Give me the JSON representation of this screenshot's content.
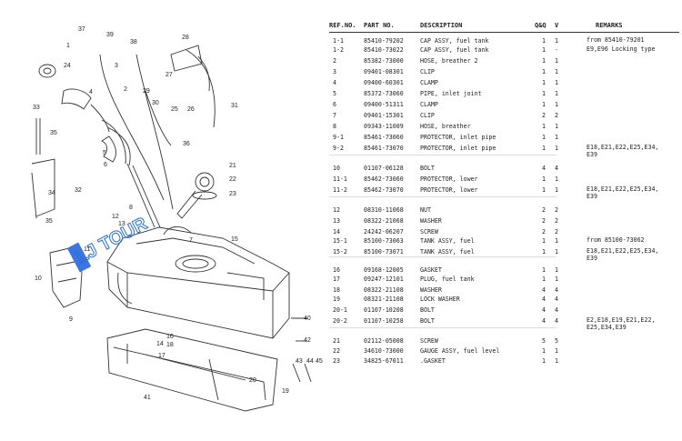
{
  "table": {
    "headers": {
      "ref": "REF.NO.",
      "part": "PART NO.",
      "desc": "DESCRIPTION",
      "qty": "Q&Q",
      "v": "V",
      "remarks": "REMARKS"
    },
    "rows": [
      {
        "ref": "1-1",
        "part": "85410-79202",
        "desc": "CAP ASSY, fuel tank",
        "qty": "1",
        "v": "1",
        "remarks": "from 85410-79201"
      },
      {
        "ref": "1-2",
        "part": "85410-73022",
        "desc": "CAP ASSY, fuel tank",
        "qty": "1",
        "v": "-",
        "remarks": "E9,E96 Locking type"
      },
      {
        "ref": "2",
        "part": "85382-73000",
        "desc": "HOSE, breather 2",
        "qty": "1",
        "v": "1",
        "remarks": ""
      },
      {
        "ref": "3",
        "part": "09401-08301",
        "desc": "CLIP",
        "qty": "1",
        "v": "1",
        "remarks": ""
      },
      {
        "ref": "4",
        "part": "09400-60301",
        "desc": "CLAMP",
        "qty": "1",
        "v": "1",
        "remarks": ""
      },
      {
        "ref": "5",
        "part": "85372-73060",
        "desc": "PIPE, inlet joint",
        "qty": "1",
        "v": "1",
        "remarks": ""
      },
      {
        "ref": "6",
        "part": "09400-51311",
        "desc": "CLAMP",
        "qty": "1",
        "v": "1",
        "remarks": ""
      },
      {
        "ref": "7",
        "part": "09401-15301",
        "desc": "CLIP",
        "qty": "2",
        "v": "2",
        "remarks": ""
      },
      {
        "ref": "8",
        "part": "09343-11009",
        "desc": "HOSE, breather",
        "qty": "1",
        "v": "1",
        "remarks": ""
      },
      {
        "ref": "9-1",
        "part": "85461-73060",
        "desc": "PROTECTOR, inlet pipe",
        "qty": "1",
        "v": "1",
        "remarks": ""
      },
      {
        "ref": "9-2",
        "part": "85461-73070",
        "desc": "PROTECTOR, inlet pipe",
        "qty": "1",
        "v": "1",
        "remarks": "E18,E21,E22,E25,E34,\nE39"
      },
      {
        "ref": "10",
        "part": "01107-06128",
        "desc": "BOLT",
        "qty": "4",
        "v": "4",
        "remarks": ""
      },
      {
        "ref": "11-1",
        "part": "85462-73060",
        "desc": "PROTECTOR, lower",
        "qty": "1",
        "v": "1",
        "remarks": ""
      },
      {
        "ref": "11-2",
        "part": "85462-73070",
        "desc": "PROTECTOR, lower",
        "qty": "1",
        "v": "1",
        "remarks": "E18,E21,E22,E25,E34,\nE39"
      },
      {
        "ref": "12",
        "part": "08310-11068",
        "desc": "NUT",
        "qty": "2",
        "v": "2",
        "remarks": ""
      },
      {
        "ref": "13",
        "part": "08322-21068",
        "desc": "WASHER",
        "qty": "2",
        "v": "2",
        "remarks": ""
      },
      {
        "ref": "14",
        "part": "24242-06207",
        "desc": "SCREW",
        "qty": "2",
        "v": "2",
        "remarks": ""
      },
      {
        "ref": "15-1",
        "part": "85100-73063",
        "desc": "TANK ASSY, fuel",
        "qty": "1",
        "v": "1",
        "remarks": "from 85100-73062"
      },
      {
        "ref": "15-2",
        "part": "85100-73071",
        "desc": "TANK ASSY, fuel",
        "qty": "1",
        "v": "1",
        "remarks": "E18,E21,E22,E25,E34,\nE39"
      },
      {
        "ref": "16",
        "part": "09168-12005",
        "desc": "GASKET",
        "qty": "1",
        "v": "1",
        "remarks": ""
      },
      {
        "ref": "17",
        "part": "09247-12101",
        "desc": "PLUG, fuel tank",
        "qty": "1",
        "v": "1",
        "remarks": ""
      },
      {
        "ref": "18",
        "part": "08322-21108",
        "desc": "WASHER",
        "qty": "4",
        "v": "4",
        "remarks": ""
      },
      {
        "ref": "19",
        "part": "08321-21108",
        "desc": "LOCK WASHER",
        "qty": "4",
        "v": "4",
        "remarks": ""
      },
      {
        "ref": "20-1",
        "part": "01107-10208",
        "desc": "BOLT",
        "qty": "4",
        "v": "4",
        "remarks": ""
      },
      {
        "ref": "20-2",
        "part": "01107-10258",
        "desc": "BOLT",
        "qty": "4",
        "v": "4",
        "remarks": "E2,E18,E19,E21,E22,\nE25,E34,E39"
      },
      {
        "ref": "21",
        "part": "02112-05008",
        "desc": "SCREW",
        "qty": "5",
        "v": "5",
        "remarks": ""
      },
      {
        "ref": "22",
        "part": "34610-73000",
        "desc": "GAUGE ASSY, fuel level",
        "qty": "1",
        "v": "1",
        "remarks": ""
      },
      {
        "ref": "23",
        "part": "34825-67011",
        "desc": ".GASKET",
        "qty": "1",
        "v": "1",
        "remarks": ""
      }
    ]
  },
  "diagram": {
    "callouts": [
      "1",
      "2",
      "3",
      "4",
      "5",
      "6",
      "7",
      "8",
      "9",
      "10",
      "11",
      "12",
      "13",
      "14",
      "15",
      "16",
      "17",
      "18",
      "19",
      "20",
      "21",
      "22",
      "23",
      "24",
      "25",
      "26",
      "27",
      "28",
      "29",
      "30",
      "31",
      "32",
      "33",
      "34",
      "35",
      "36",
      "37",
      "38",
      "39",
      "40",
      "41",
      "42",
      "43",
      "44",
      "45"
    ],
    "watermark": "LJ TOUR",
    "watermark_color": "#2a6fd6"
  }
}
